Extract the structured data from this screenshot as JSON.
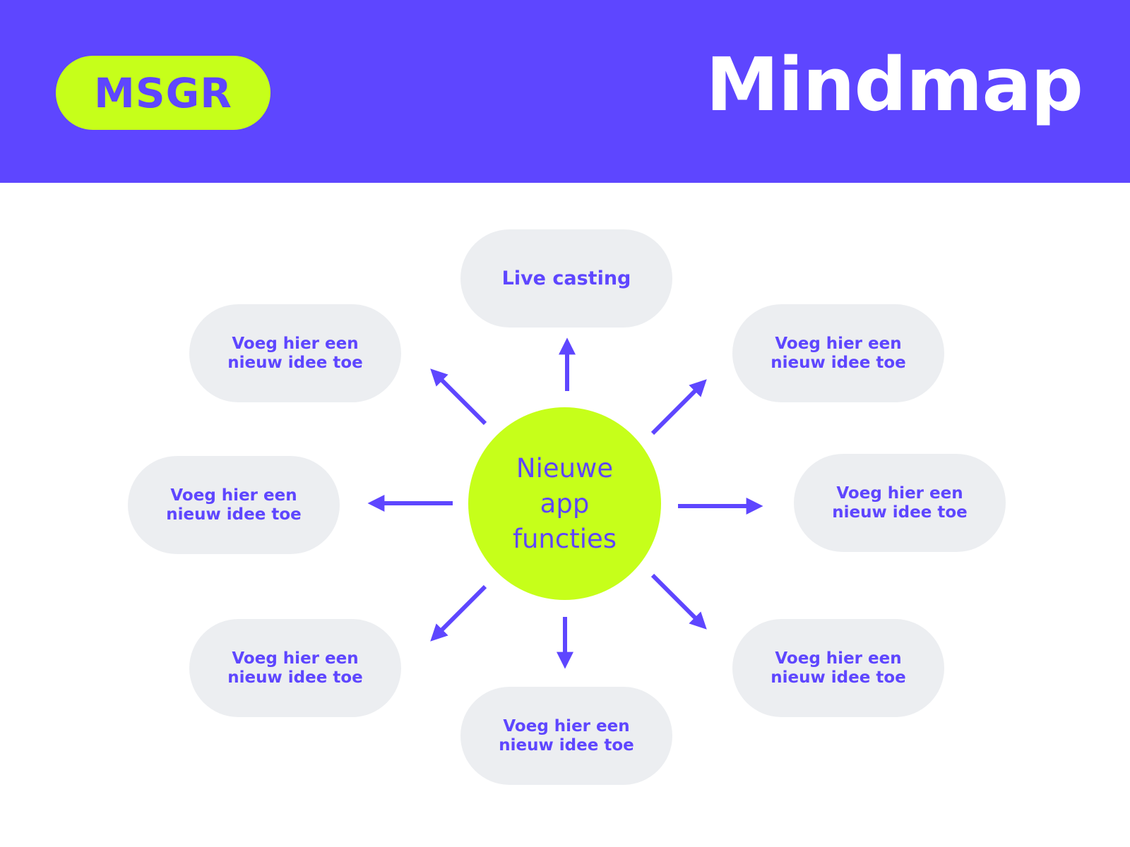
{
  "header": {
    "logo_text": "MSGR",
    "title": "Mindmap"
  },
  "mindmap": {
    "center": "Nieuwe app functies",
    "nodes": [
      {
        "label": "Live casting"
      },
      {
        "label": "Voeg hier een nieuw idee toe"
      },
      {
        "label": "Voeg hier een nieuw idee toe"
      },
      {
        "label": "Voeg hier een nieuw idee toe"
      },
      {
        "label": "Voeg hier een nieuw idee toe"
      },
      {
        "label": "Voeg hier een nieuw idee toe"
      },
      {
        "label": "Voeg hier een nieuw idee toe"
      },
      {
        "label": "Voeg hier een nieuw idee toe"
      }
    ]
  },
  "colors": {
    "header_bg": "#5e46ff",
    "accent": "#c6ff1a",
    "node_bg": "#eceef1",
    "text": "#5e46ff"
  }
}
